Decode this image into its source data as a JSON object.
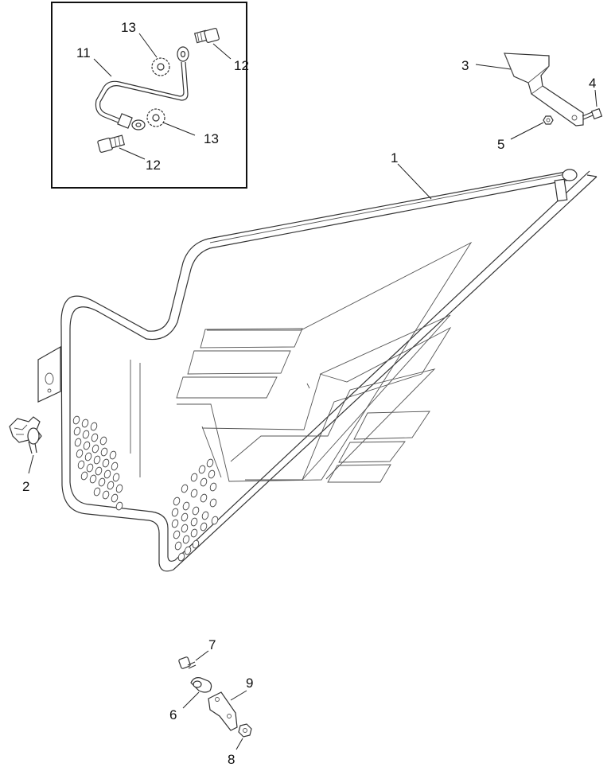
{
  "callouts": {
    "c1": "1",
    "c2": "2",
    "c3": "3",
    "c4": "4",
    "c5": "5",
    "c6": "6",
    "c7": "7",
    "c8": "8",
    "c9": "9",
    "c11": "11",
    "c12a": "12",
    "c12b": "12",
    "c13a": "13",
    "c13b": "13"
  }
}
